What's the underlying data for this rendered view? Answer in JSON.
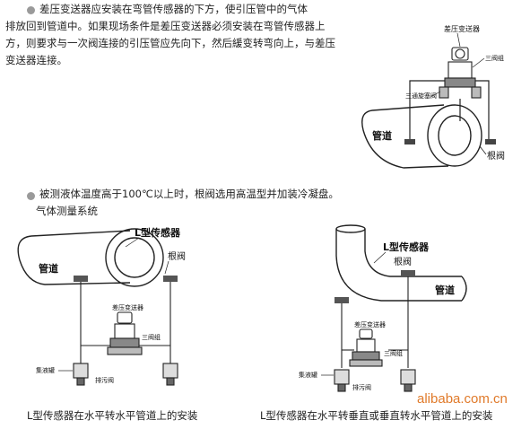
{
  "section1": {
    "lines": [
      "差压变送器应安装在弯管传感器的下方，使引压管中的气体",
      "排放回到管道中。如果现场条件是差压变送器必须安装在弯管传感器上",
      "方，则要求与一次阀连接的引压管应先向下，然后緩变转弯向上，与差压",
      "变送器连接。"
    ],
    "figure": {
      "transmitter": "差压变送器",
      "valve3": "三阀组",
      "valve3way": "三通旋塞阀",
      "pipe": "管道",
      "root_valve": "根阀"
    }
  },
  "section2": {
    "line1": "被测液体温度高于100℃以上时，根阀选用高温型并加装冷凝盘。",
    "line2": "气体测量系统"
  },
  "figure_left": {
    "sensor": "L型传感器",
    "pipe": "管道",
    "root_valve": "根阀",
    "transmitter": "差压变送器",
    "valve3": "三阀组",
    "collector": "集液罐",
    "drain": "排污阀",
    "caption": "L型传感器在水平转水平管道上的安装"
  },
  "figure_right": {
    "sensor": "L型传感器",
    "pipe": "管道",
    "root_valve": "根阀",
    "transmitter": "差压变送器",
    "valve3": "三阀组",
    "collector": "集液罐",
    "drain": "排污阀",
    "caption": "L型传感器在水平转垂直或垂直转水平管道上的安装"
  },
  "watermark": "alibaba.com.cn"
}
